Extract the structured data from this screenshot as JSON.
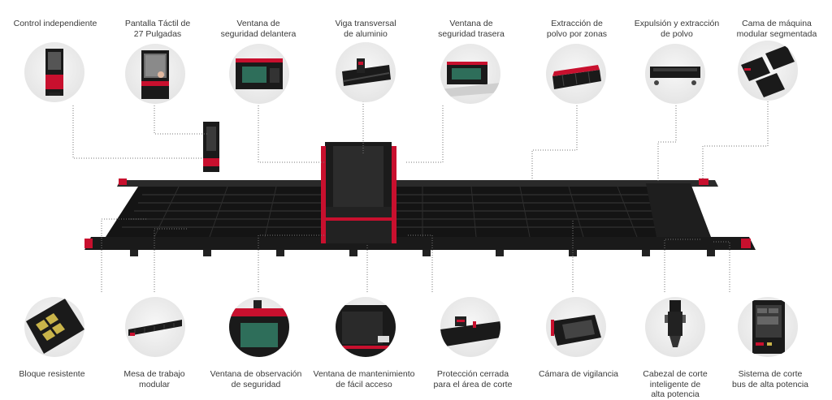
{
  "colors": {
    "accent_red": "#c8102e",
    "machine_black": "#141414",
    "leader_line": "#777777",
    "label_text": "#3a3a3a"
  },
  "top_features": [
    {
      "id": "control-independiente",
      "lines": [
        "Control independiente"
      ],
      "icon": "control-cabinet-icon"
    },
    {
      "id": "pantalla-tactil",
      "lines": [
        "Pantalla Táctil de",
        "27 Pulgadas"
      ],
      "icon": "touchscreen-icon"
    },
    {
      "id": "ventana-seguridad-delantera",
      "lines": [
        "Ventana de",
        "seguridad delantera"
      ],
      "icon": "front-window-icon"
    },
    {
      "id": "viga-transversal",
      "lines": [
        "Viga transversal",
        "de aluminio"
      ],
      "icon": "gantry-beam-icon"
    },
    {
      "id": "ventana-seguridad-trasera",
      "lines": [
        "Ventana de",
        "seguridad trasera"
      ],
      "icon": "rear-window-icon"
    },
    {
      "id": "extraccion-polvo-zonas",
      "lines": [
        "Extracción de",
        "polvo por zonas"
      ],
      "icon": "dust-zone-icon"
    },
    {
      "id": "expulsion-extraccion-polvo",
      "lines": [
        "Expulsión y extracción",
        "de polvo"
      ],
      "icon": "dust-exhaust-icon"
    },
    {
      "id": "cama-modular",
      "lines": [
        "Cama de máquina",
        "modular segmentada"
      ],
      "icon": "modular-bed-icon"
    }
  ],
  "bottom_features": [
    {
      "id": "bloque-resistente",
      "lines": [
        "Bloque resistente"
      ],
      "icon": "resistant-block-icon"
    },
    {
      "id": "mesa-trabajo-modular",
      "lines": [
        "Mesa de trabajo",
        "modular"
      ],
      "icon": "work-table-icon"
    },
    {
      "id": "ventana-observacion",
      "lines": [
        "Ventana de observación",
        "de seguridad"
      ],
      "icon": "observation-window-icon"
    },
    {
      "id": "ventana-mantenimiento",
      "lines": [
        "Ventana de mantenimiento",
        "de fácil acceso"
      ],
      "icon": "maintenance-window-icon"
    },
    {
      "id": "proteccion-cerrada",
      "lines": [
        "Protección cerrada",
        "para el área de corte"
      ],
      "icon": "closed-protection-icon"
    },
    {
      "id": "camara-vigilancia",
      "lines": [
        "Cámara de vigilancia"
      ],
      "icon": "surveillance-camera-icon"
    },
    {
      "id": "cabezal-corte",
      "lines": [
        "Cabezal de corte",
        "inteligente de",
        "alta potencia"
      ],
      "icon": "cutting-head-icon"
    },
    {
      "id": "sistema-corte-bus",
      "lines": [
        "Sistema de corte",
        "bus de alta potencia"
      ],
      "icon": "control-system-icon"
    }
  ]
}
